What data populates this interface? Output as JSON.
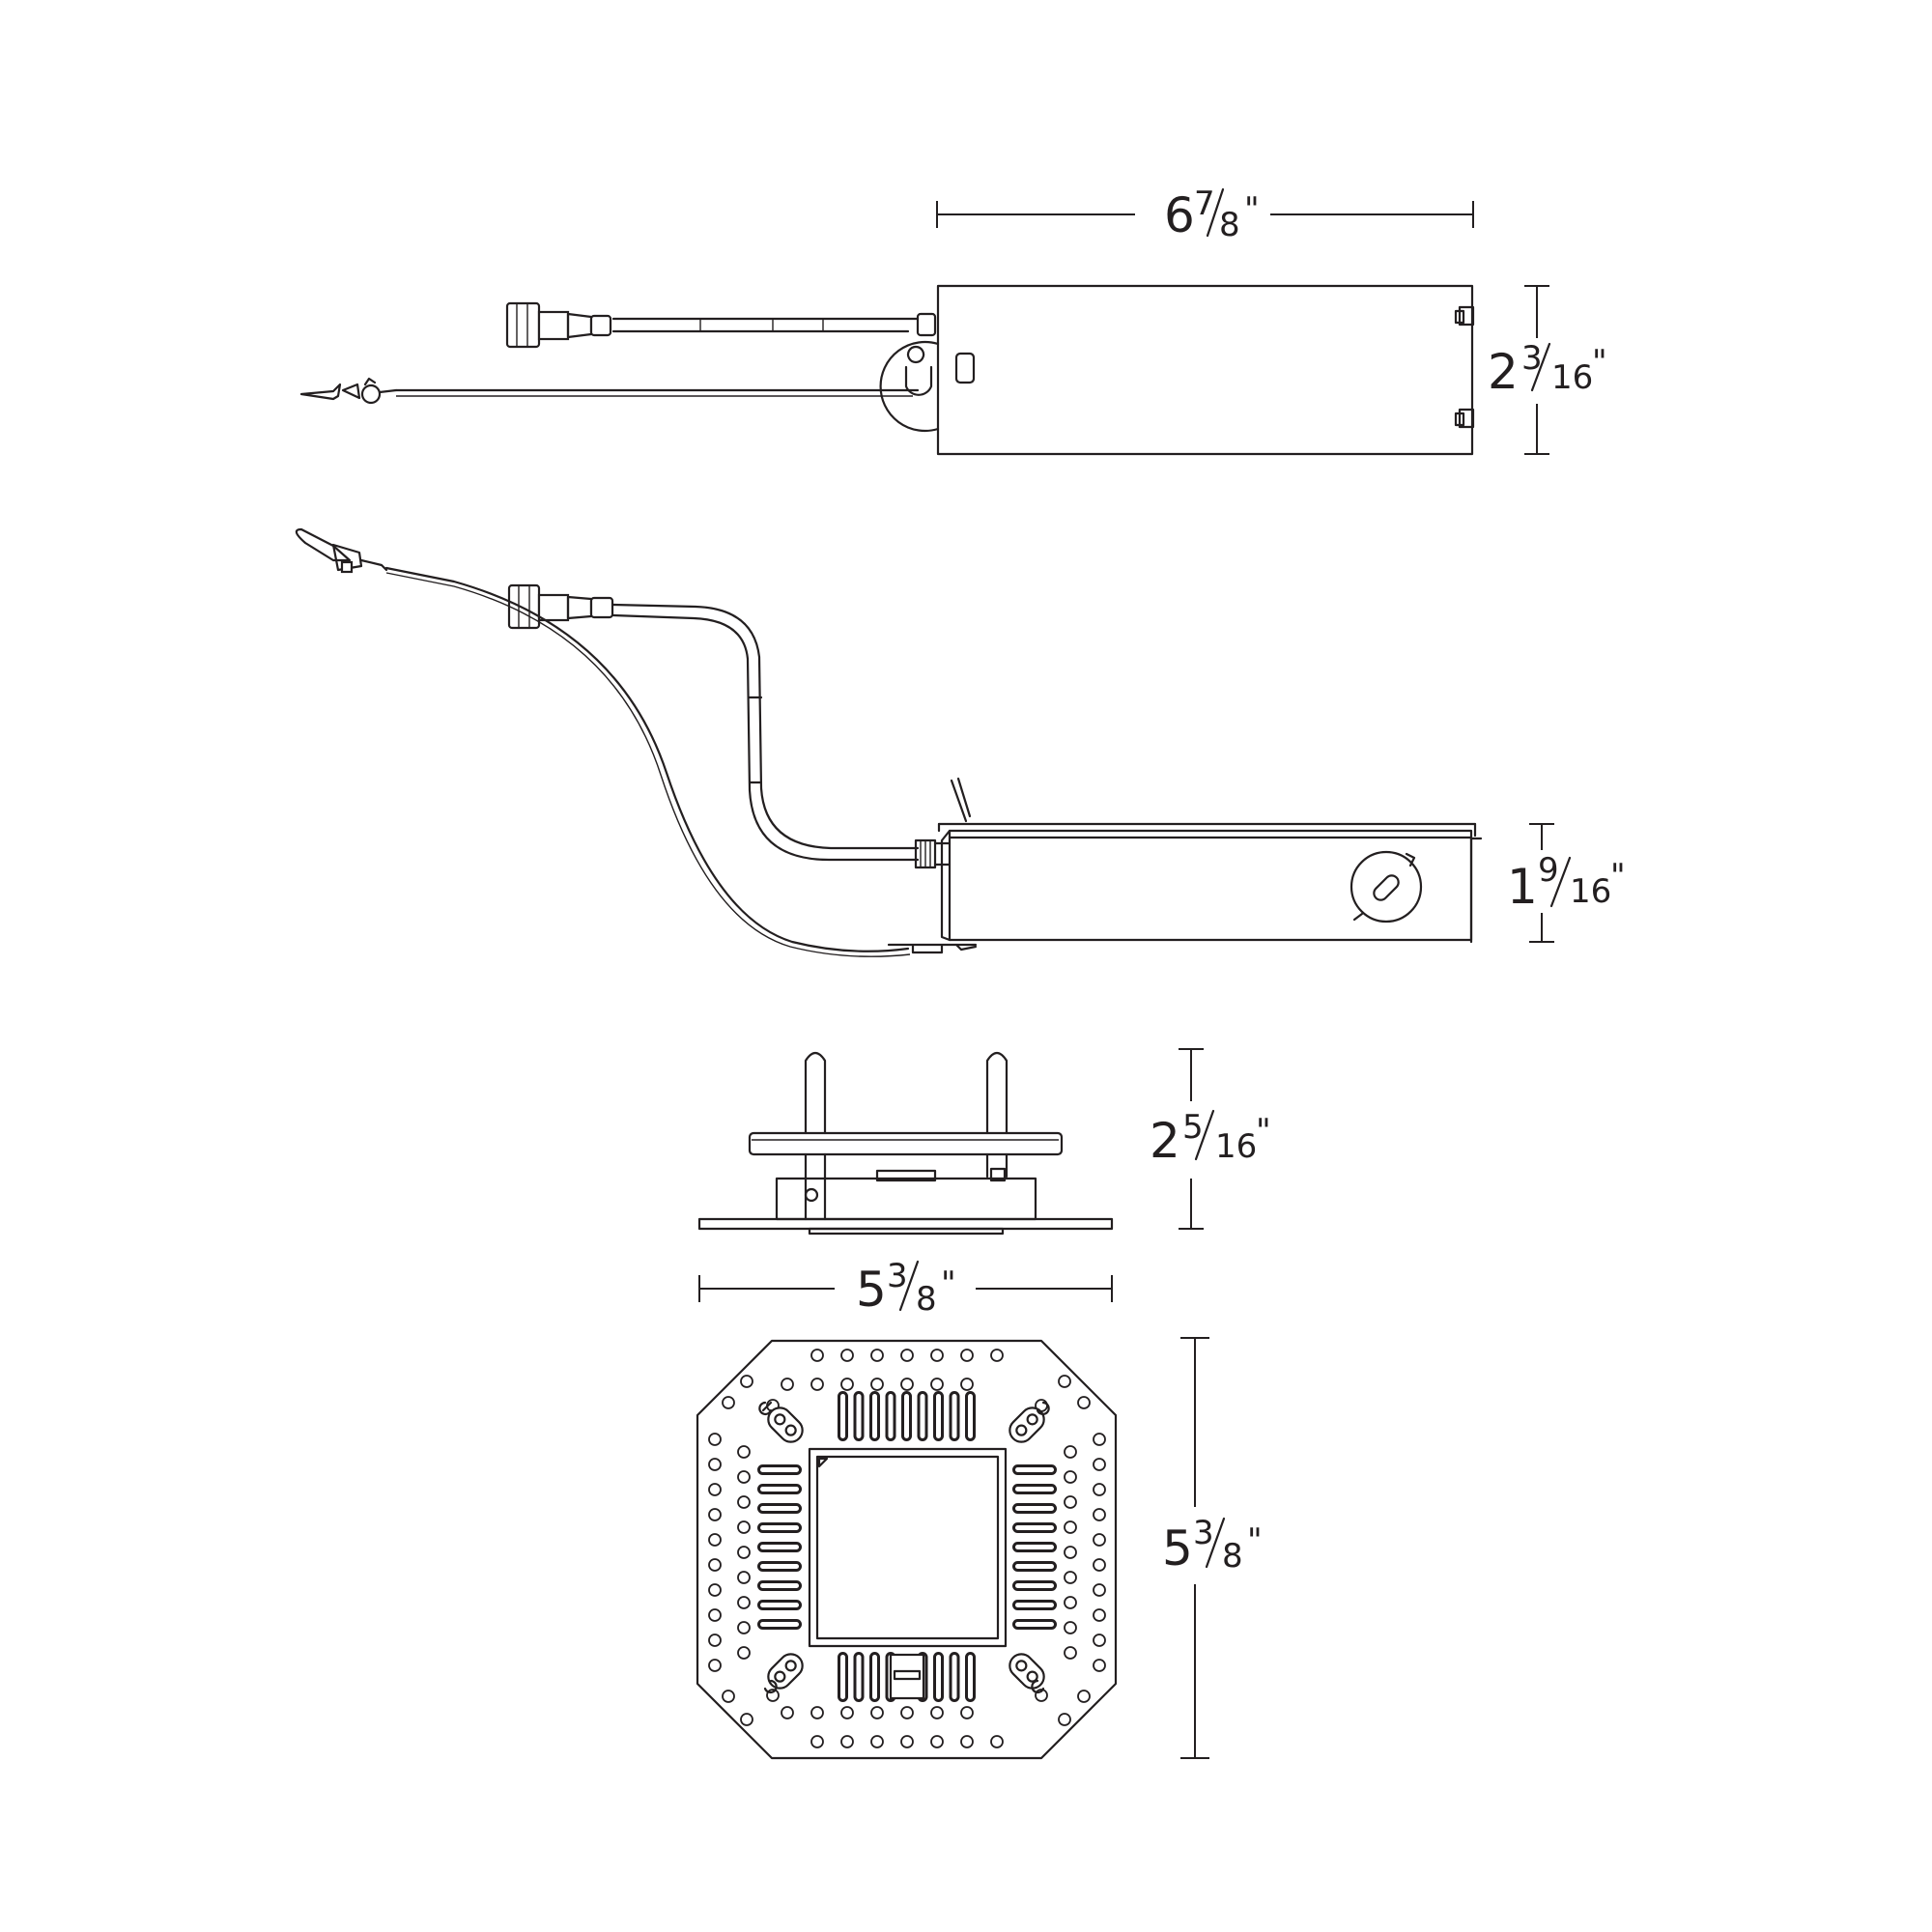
{
  "dimensions": {
    "top_width": {
      "whole": "6",
      "num": "7",
      "den": "8",
      "unit": "\""
    },
    "top_height": {
      "whole": "2",
      "num": "3",
      "den": "16",
      "unit": "\""
    },
    "side_height": {
      "whole": "1",
      "num": "9",
      "den": "16",
      "unit": "\""
    },
    "front_height": {
      "whole": "2",
      "num": "5",
      "den": "16",
      "unit": "\""
    },
    "plate_width": {
      "whole": "5",
      "num": "3",
      "den": "8",
      "unit": "\""
    },
    "plate_height": {
      "whole": "5",
      "num": "3",
      "den": "8",
      "unit": "\""
    }
  }
}
